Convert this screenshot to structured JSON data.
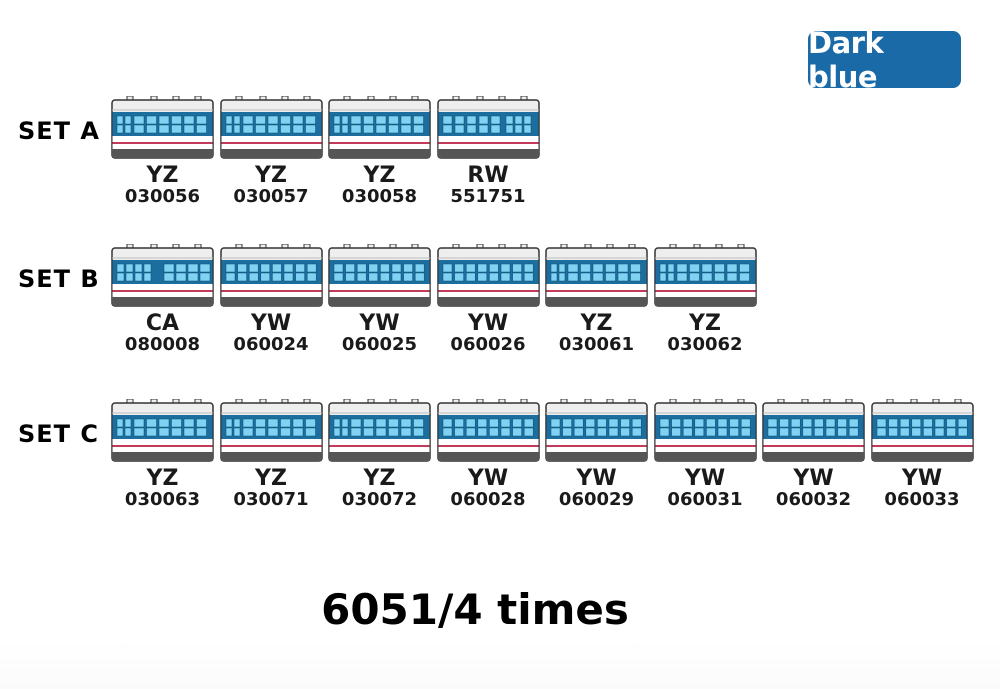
{
  "badge": {
    "label": "Dark blue",
    "color": "#1a6aa8"
  },
  "colors": {
    "body_top": "#eeeeee",
    "band": "#1b6e9e",
    "window": "#7fd2f2",
    "stripe_red": "#c23b5a",
    "underframe": "#555555",
    "outline": "#333333"
  },
  "sets": [
    {
      "label": "SET A",
      "cars": [
        {
          "type": "YZ",
          "number": "030056",
          "style": "seat"
        },
        {
          "type": "YZ",
          "number": "030057",
          "style": "seat"
        },
        {
          "type": "YZ",
          "number": "030058",
          "style": "seat"
        },
        {
          "type": "RW",
          "number": "551751",
          "style": "soft"
        }
      ]
    },
    {
      "label": "SET B",
      "cars": [
        {
          "type": "CA",
          "number": "080008",
          "style": "dining"
        },
        {
          "type": "YW",
          "number": "060024",
          "style": "sleeper"
        },
        {
          "type": "YW",
          "number": "060025",
          "style": "sleeper"
        },
        {
          "type": "YW",
          "number": "060026",
          "style": "sleeper"
        },
        {
          "type": "YZ",
          "number": "030061",
          "style": "seat"
        },
        {
          "type": "YZ",
          "number": "030062",
          "style": "seat"
        }
      ]
    },
    {
      "label": "SET C",
      "cars": [
        {
          "type": "YZ",
          "number": "030063",
          "style": "seat"
        },
        {
          "type": "YZ",
          "number": "030071",
          "style": "seat"
        },
        {
          "type": "YZ",
          "number": "030072",
          "style": "seat"
        },
        {
          "type": "YW",
          "number": "060028",
          "style": "sleeper"
        },
        {
          "type": "YW",
          "number": "060029",
          "style": "sleeper"
        },
        {
          "type": "YW",
          "number": "060031",
          "style": "sleeper"
        },
        {
          "type": "YW",
          "number": "060032",
          "style": "sleeper"
        },
        {
          "type": "YW",
          "number": "060033",
          "style": "sleeper"
        }
      ]
    }
  ],
  "caption": "6051/4 times"
}
